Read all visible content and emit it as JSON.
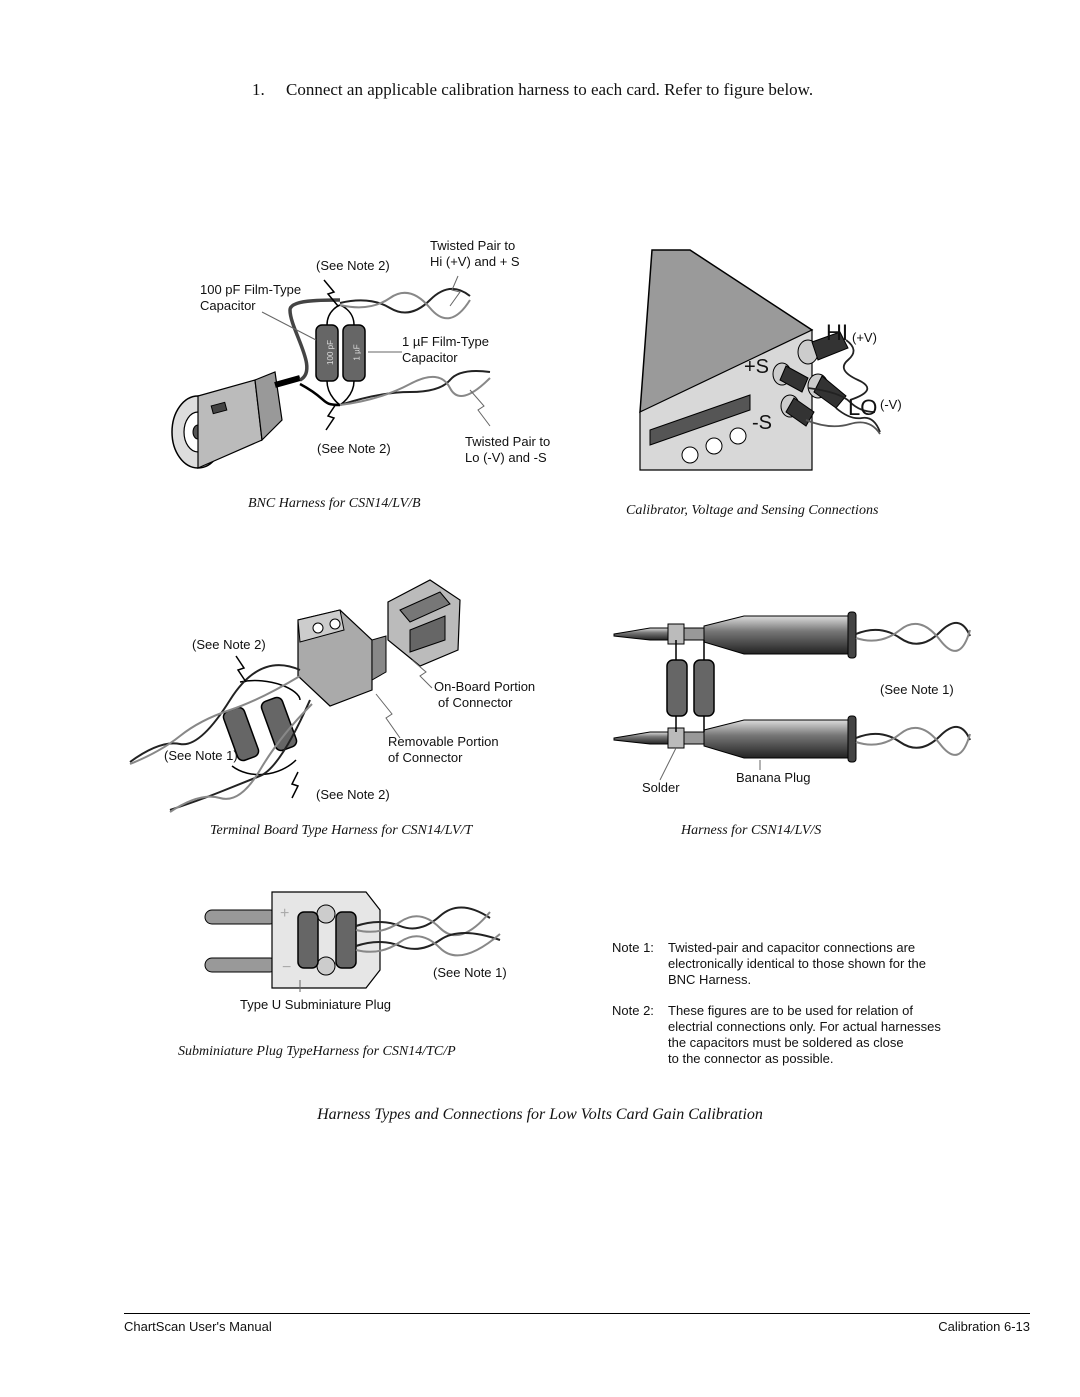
{
  "step": {
    "number": "1.",
    "text": "Connect an applicable calibration harness to each card.  Refer to figure below."
  },
  "bnc": {
    "see_note2_top": "(See Note 2)",
    "twisted_hi_1": "Twisted Pair to",
    "twisted_hi_2": "Hi (+V) and + S",
    "cap100_1": "100 pF Film-Type",
    "cap100_2": "Capacitor",
    "cap1u_1": "1 µF Film-Type",
    "cap1u_2": "Capacitor",
    "see_note2_bottom": "(See Note 2)",
    "twisted_lo_1": "Twisted Pair to",
    "twisted_lo_2": "Lo (-V) and -S",
    "cap_label_100": "100 pF",
    "cap_label_1u": "1 µF",
    "caption": "BNC Harness for CSN14/LV/B"
  },
  "calibrator": {
    "hi": "HI",
    "hi_sign": "(+V)",
    "plus_s": "+S",
    "lo": "LO",
    "lo_sign": "(-V)",
    "minus_s": "-S",
    "caption": "Calibrator, Voltage and Sensing Connections"
  },
  "terminal": {
    "see_note2_top": "(See Note 2)",
    "onboard_1": "On-Board Portion",
    "onboard_2": "of Connector",
    "removable_1": "Removable Portion",
    "removable_2": "of Connector",
    "see_note1": "(See Note 1)",
    "see_note2_bottom": "(See Note 2)",
    "caption": "Terminal Board Type Harness for CSN14/LV/T"
  },
  "banana": {
    "see_note1": "(See Note 1)",
    "solder": "Solder",
    "banana_plug": "Banana Plug",
    "caption": "Harness for CSN14/LV/S"
  },
  "subminiature": {
    "see_note1": "(See Note 1)",
    "plug_label": "Type U Subminiature Plug",
    "caption": "Subminiature Plug TypeHarness for CSN14/TC/P"
  },
  "notes": [
    {
      "label": "Note 1:",
      "line1": "Twisted-pair and capacitor connections are",
      "line2": "electronically identical to those shown for the",
      "line3": "BNC Harness.",
      "line4": ""
    },
    {
      "label": "Note 2:",
      "line1": "These figures are to be used for relation of",
      "line2": "electrial connections only.  For actual harnesses",
      "line3": "the capacitors must be soldered as close",
      "line4": "to the connector as possible."
    }
  ],
  "figure_caption": "Harness Types and Connections for Low Volts Card Gain Calibration",
  "footer": {
    "left": "ChartScan User's Manual",
    "right": "Calibration 6-13"
  }
}
